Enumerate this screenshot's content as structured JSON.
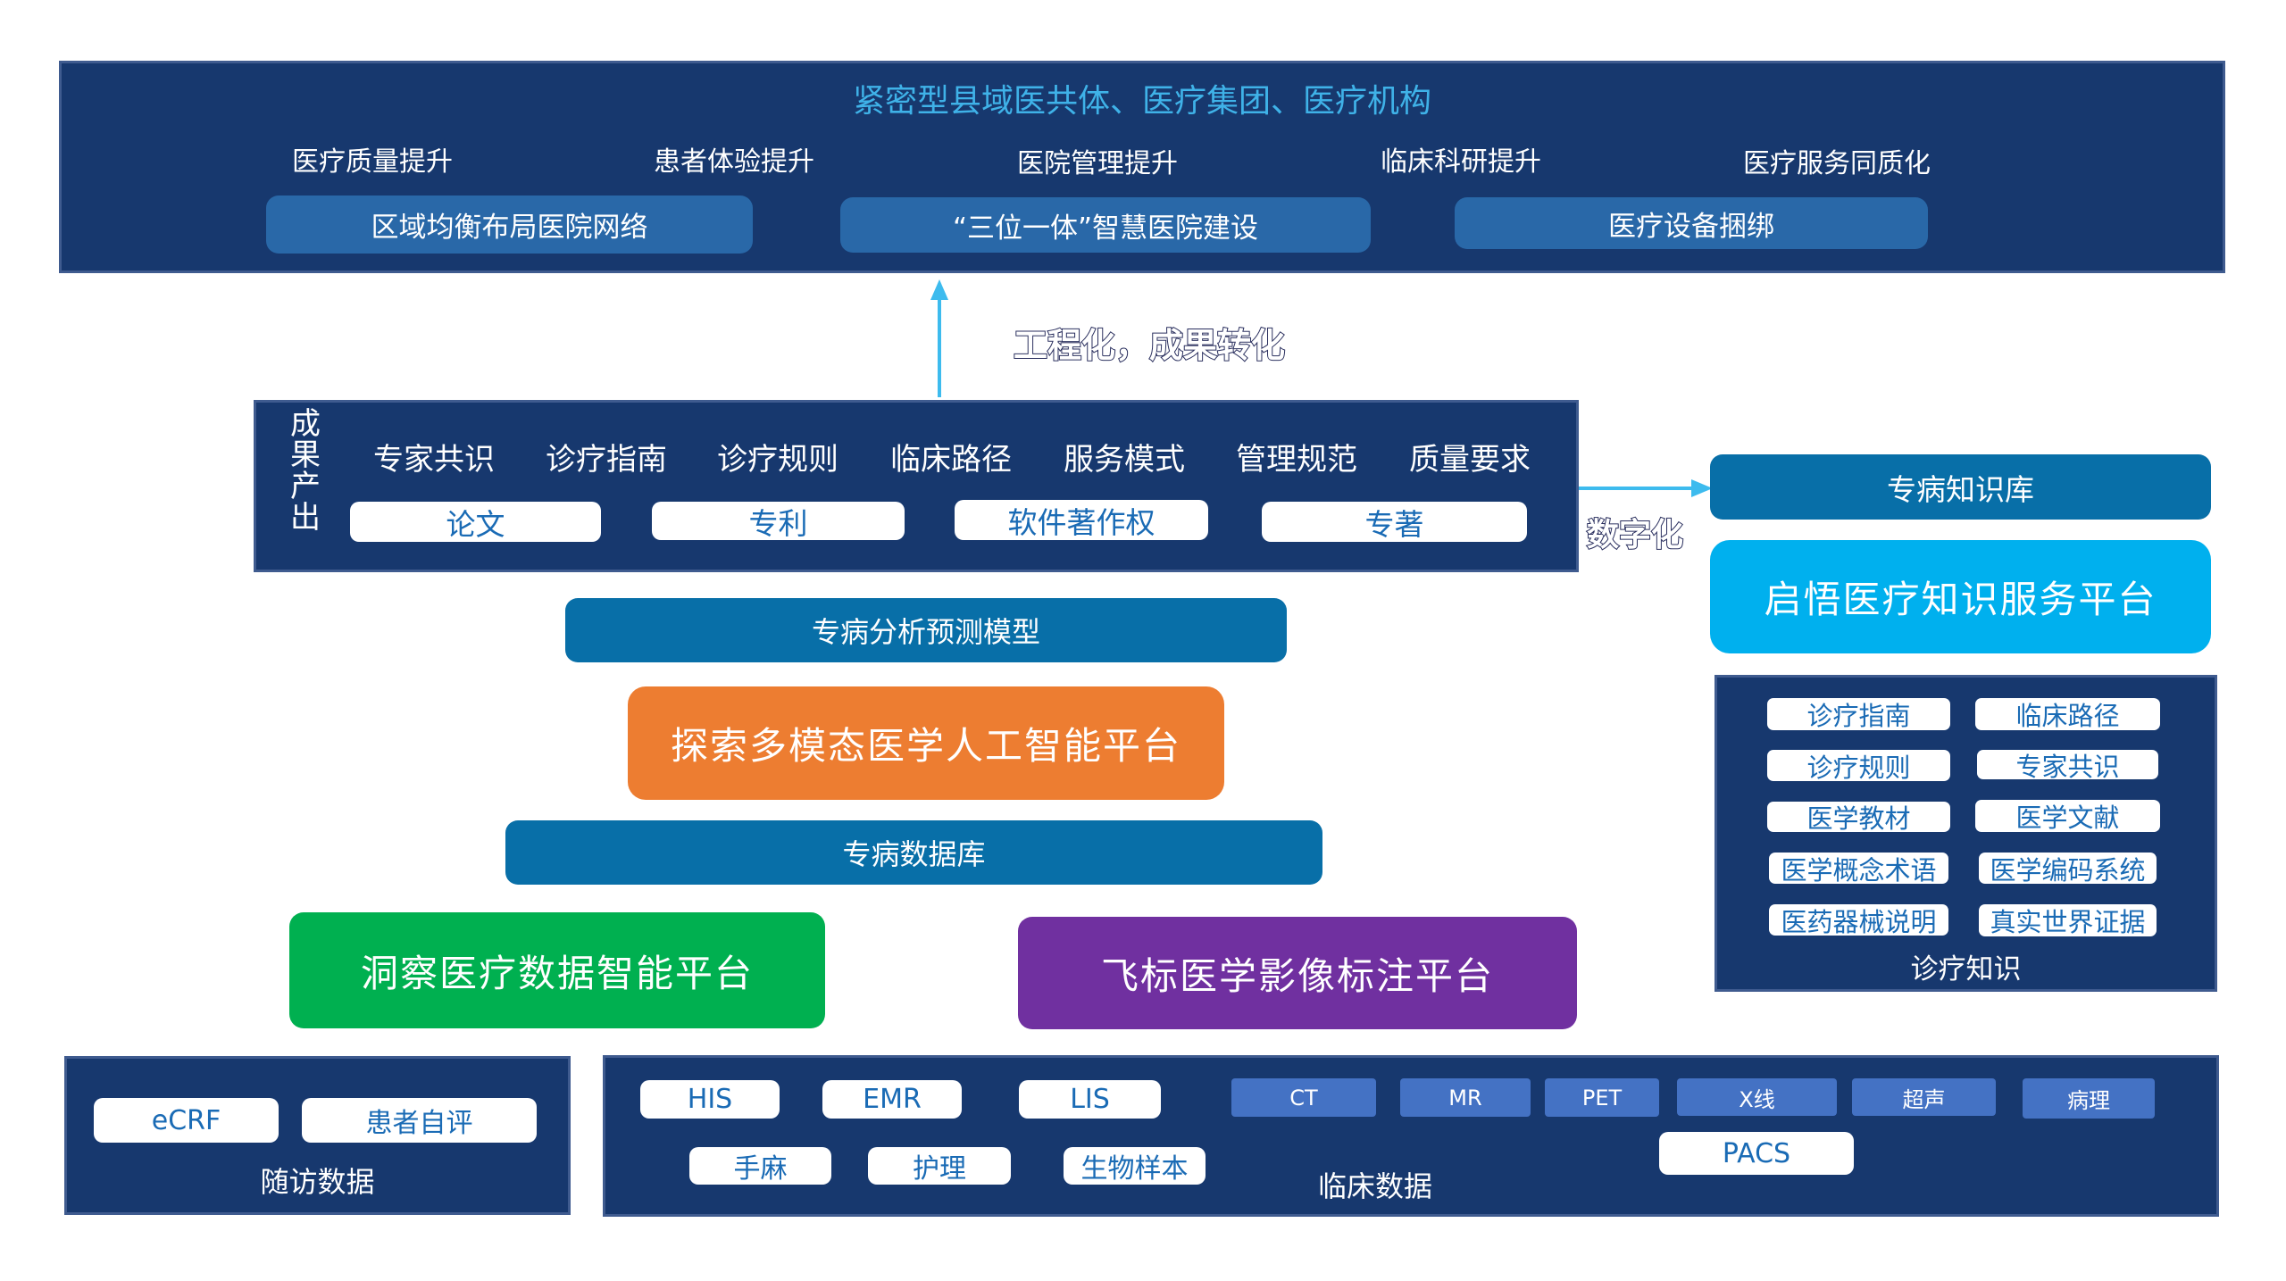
{
  "top_panel": {
    "title": "紧密型县域医共体、医疗集团、医疗机构",
    "goals": [
      "医疗质量提升",
      "患者体验提升",
      "医院管理提升",
      "临床科研提升",
      "医疗服务同质化"
    ],
    "initiatives": [
      "区域均衡布局医院网络",
      "“三位一体”智慧医院建设",
      "医疗设备捆绑"
    ]
  },
  "arrow_up_label": "工程化，成果转化",
  "outputs_panel": {
    "side_label": "成果产出",
    "items": [
      "专家共识",
      "诊疗指南",
      "诊疗规则",
      "临床路径",
      "服务模式",
      "管理规范",
      "质量要求"
    ],
    "deliverables": [
      "论文",
      "专利",
      "软件著作权",
      "专著"
    ]
  },
  "arrow_right_label": "数字化",
  "knowledge": {
    "kb_label": "专病知识库",
    "platform_label": "启悟医疗知识服务平台",
    "panel_title": "诊疗知识",
    "items": [
      "诊疗指南",
      "临床路径",
      "诊疗规则",
      "专家共识",
      "医学教材",
      "医学文献",
      "医学概念术语",
      "医学编码系统",
      "医药器械说明",
      "真实世界证据"
    ]
  },
  "middle": {
    "model_label": "专病分析预测模型",
    "ai_platform_label": "探索多模态医学人工智能平台",
    "db_label": "专病数据库",
    "data_platform_label": "洞察医疗数据智能平台",
    "imaging_platform_label": "飞标医学影像标注平台"
  },
  "followup": {
    "title": "随访数据",
    "items": [
      "eCRF",
      "患者自评"
    ]
  },
  "clinical": {
    "title": "临床数据",
    "systems_row1": [
      "HIS",
      "EMR",
      "LIS"
    ],
    "systems_row2": [
      "手麻",
      "护理",
      "生物样本"
    ],
    "imaging": [
      "CT",
      "MR",
      "PET",
      "X线",
      "超声",
      "病理"
    ],
    "pacs_label": "PACS"
  },
  "colors": {
    "navy": "#17386e",
    "title_cyan": "#3fb2e8",
    "teal": "#086fa8",
    "sky": "#00b0ee",
    "orange": "#ed7d31",
    "green": "#00b050",
    "purple": "#7030a0",
    "image_blue": "#4472c4",
    "arrow": "#3dbbee"
  }
}
